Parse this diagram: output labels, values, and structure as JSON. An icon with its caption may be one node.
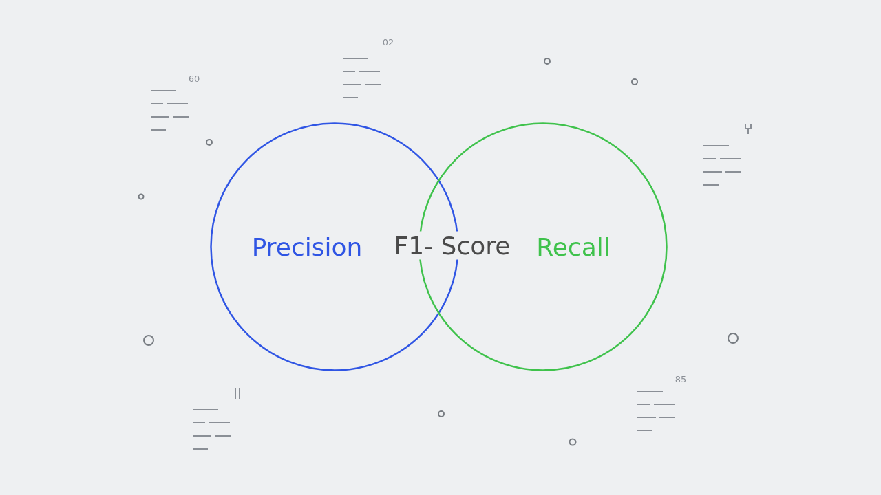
{
  "diagram": {
    "nodes": [
      {
        "text": [
          "Precision"
        ]
      },
      {
        "text": [
          "Recall"
        ]
      }
    ],
    "labels": [
      "F1- Score",
      "60",
      "02",
      "85"
    ]
  }
}
